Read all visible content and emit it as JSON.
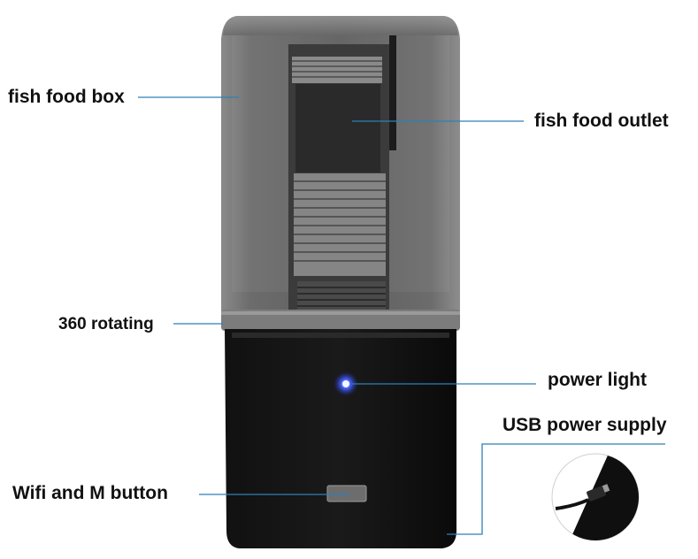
{
  "labels": {
    "fish_food_box": "fish food box",
    "fish_food_outlet": "fish food outlet",
    "rotating": "360 rotating",
    "power_light": "power light",
    "usb_power_supply": "USB power supply",
    "wifi_button": "Wifi and M button"
  },
  "colors": {
    "leader_line": "#2f7fb8",
    "led": "#3b5bff",
    "body": "#0c0c0c",
    "lid": "#6b6b6b"
  }
}
